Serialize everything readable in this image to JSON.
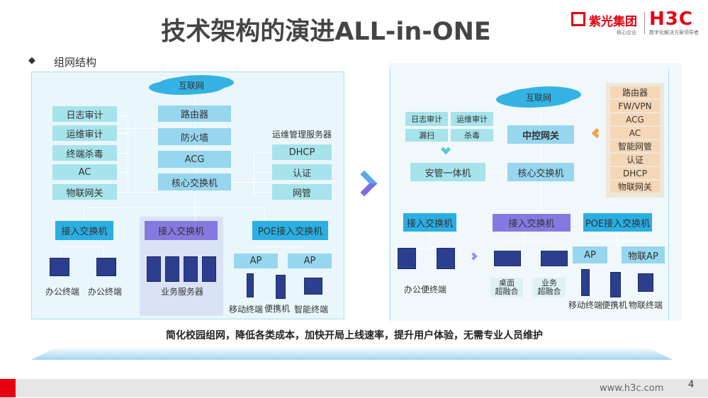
{
  "title": "技术架构的演进ALL-in-ONE",
  "logo": {
    "group": "紫光集团",
    "group_sub": "核心企业",
    "brand": "H3C",
    "brand_sub": "数字化解决方案领导者"
  },
  "section": {
    "bullet": "◆",
    "label": "组网结构"
  },
  "left": {
    "cloud": "互联网",
    "security": [
      "日志审计",
      "运维审计",
      "终端杀毒",
      "AC",
      "物联网关"
    ],
    "core": [
      "路由器",
      "防火墙",
      "ACG",
      "核心交换机"
    ],
    "mgmt_title": "运维管理服务器",
    "mgmt": [
      "DHCP",
      "认证",
      "网管"
    ],
    "access1": "接入交换机",
    "access2": "接入交换机",
    "poe": "POE接入交换机",
    "ap1": "AP",
    "ap2": "AP",
    "terminals": [
      "办公终端",
      "办公终端"
    ],
    "servers": "业务服务器",
    "wireless": [
      "移动终端",
      "便携机",
      "智能终端"
    ]
  },
  "right": {
    "cloud": "互联网",
    "security": [
      "日志审计",
      "运维审计",
      "漏扫",
      "杀毒"
    ],
    "gateway": "中控网关",
    "appliance": "安管一体机",
    "core": "核心交换机",
    "functions": [
      "路由器",
      "FW/VPN",
      "ACG",
      "AC",
      "智能网管",
      "认证",
      "DHCP",
      "物联网关"
    ],
    "access1": "接入交换机",
    "access2": "接入交换机",
    "poe": "POE接入交换机",
    "ap": "AP",
    "iot_ap": "物联AP",
    "terminals": "办公便终端",
    "hci": [
      "桌面\n超融合",
      "业务\n超融合"
    ],
    "wireless": [
      "移动终端",
      "便携机",
      "物联终端"
    ]
  },
  "caption": "简化校园组网，降低各类成本，加快开局上线速率，提升用户体验，无需专业人员维护",
  "footer": {
    "url": "www.h3c.com",
    "page": "4"
  },
  "colors": {
    "accent_red": "#e60012",
    "switch_blue": "#2aaee3",
    "purple": "#8579e0",
    "orange": "#f5a04a"
  }
}
